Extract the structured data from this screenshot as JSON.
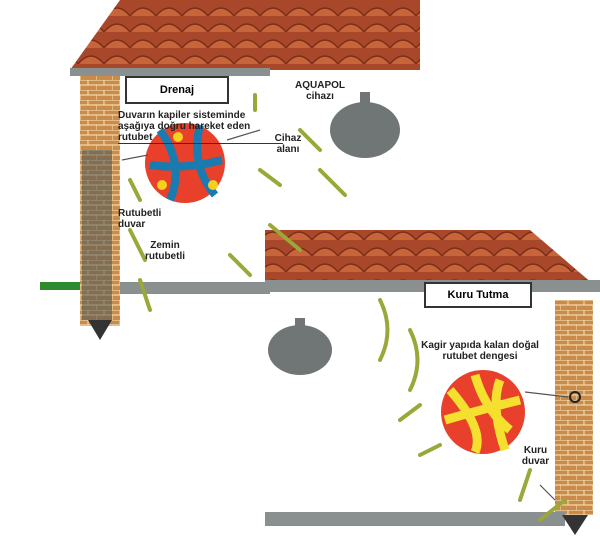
{
  "top_house": {
    "title": "Drenaj",
    "device_label": [
      "AQUAPOL",
      "cihazı"
    ],
    "moisture_note": [
      "Duvarın kapiler sisteminde",
      "aşağıya doğru hareket eden rutubet"
    ],
    "device_area": [
      "Cihaz",
      "alanı"
    ],
    "wet_wall": [
      "Rutubetli",
      "duvar"
    ],
    "ground": [
      "Zemin",
      "rutubetli"
    ]
  },
  "bottom_house": {
    "title": "Kuru Tutma",
    "balance_note": [
      "Kagir yapıda kalan doğal",
      "rutubet dengesi"
    ],
    "dry_wall": [
      "Kuru",
      "duvar"
    ]
  },
  "colors": {
    "roof": "#b5532e",
    "brick": "#c98a4a",
    "wave": "#9aa83a",
    "device": "#6f7675",
    "floor": "#8a8f90"
  }
}
